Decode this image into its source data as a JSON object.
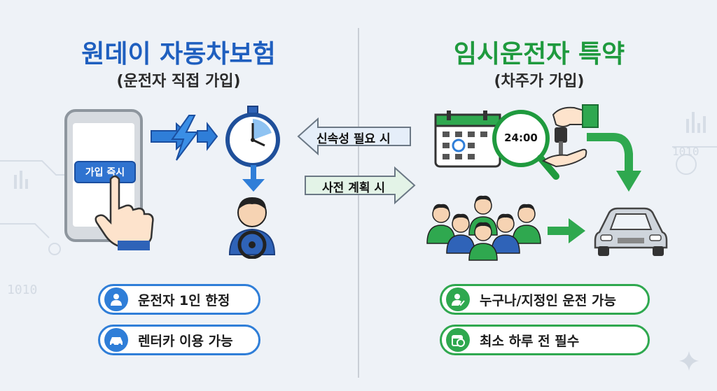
{
  "left": {
    "title": "원데이 자동차보험",
    "subtitle": "(운전자 직접 가입)",
    "phone_button": "가입 즉시",
    "features": [
      {
        "label": "운전자 1인 한정",
        "icon": "user-shield-icon"
      },
      {
        "label": "렌터카 이용 가능",
        "icon": "car-icon"
      }
    ],
    "accent": "#1f5fbf"
  },
  "right": {
    "title": "임시운전자 특약",
    "subtitle": "(차주가 가입)",
    "clock_text": "24:00",
    "features": [
      {
        "label": "누구나/지정인 운전 가능",
        "icon": "user-check-icon"
      },
      {
        "label": "최소 하루 전 필수",
        "icon": "calendar-clock-icon"
      }
    ],
    "accent": "#1f9a3e"
  },
  "middle": {
    "left_arrow_label": "신속성 필요 시",
    "right_arrow_label": "사전 계획 시"
  }
}
